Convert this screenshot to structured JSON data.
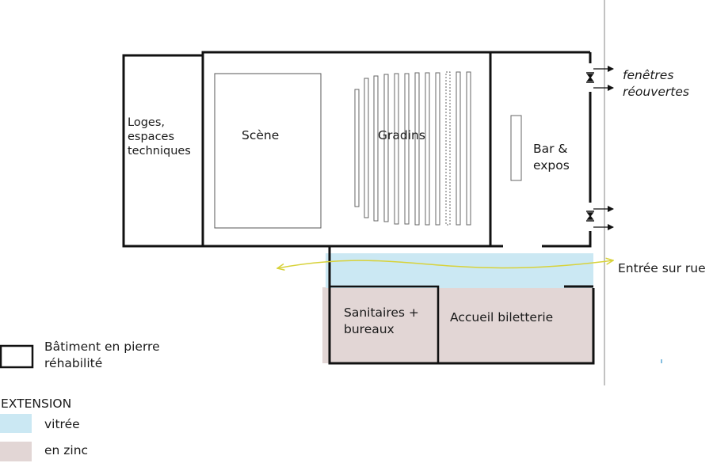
{
  "rooms": {
    "loges": "Loges,\nespaces\ntechniques",
    "scene": "Scène",
    "gradins": "Gradins",
    "bar": "Bar &\nexpos",
    "sanitaires": "Sanitaires +\nbureaux",
    "accueil": "Accueil biletterie"
  },
  "annotations": {
    "fenetres": "fenêtres\nréouvertes",
    "entree": "Entrée sur rue"
  },
  "legend": {
    "batiment": "Bâtiment en pierre\nréhabilité",
    "extension_title": "EXTENSION",
    "vitree": "vitrée",
    "zinc": "en zinc"
  },
  "colors": {
    "wall": "#111111",
    "glass": "#cbe8f3",
    "zinc": "#e2d6d5",
    "path_arrow": "#d8d23a"
  }
}
